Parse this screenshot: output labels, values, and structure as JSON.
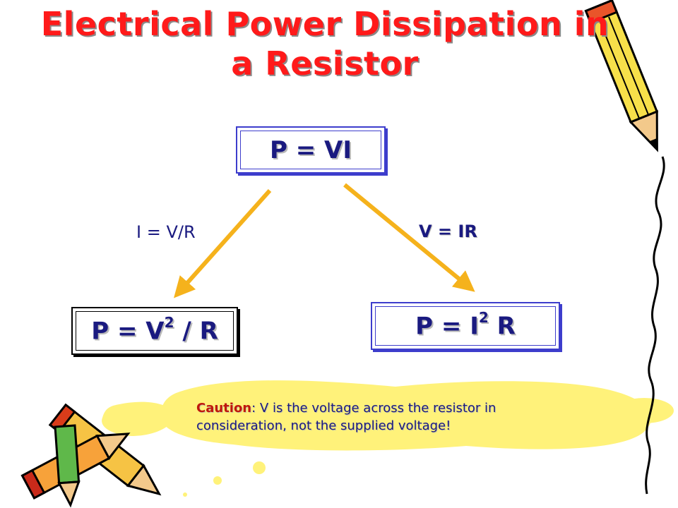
{
  "title": {
    "line1": "Electrical Power Dissipation in",
    "line2": "a Resistor"
  },
  "formulas": {
    "top": "P = VI",
    "left_prefix": "P = V",
    "left_sup": "2",
    "left_suffix": " / R",
    "right_prefix": "P = I",
    "right_sup": "2",
    "right_suffix": " R"
  },
  "arrows": {
    "left_label": "I = V/R",
    "right_label": "V = IR"
  },
  "note": {
    "heading": "Caution",
    "text": ": V is the voltage across the resistor in consideration, not the supplied voltage!"
  },
  "colors": {
    "title": "#ff1a1a",
    "text": "#1a1a80",
    "arrow": "#f5b21c",
    "note_bg": "#fff27a"
  },
  "icons": [
    "pencil-icon"
  ]
}
